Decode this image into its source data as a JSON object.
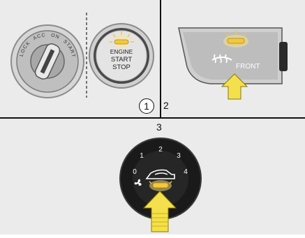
{
  "panels": {
    "one": {
      "number": "1"
    },
    "two": {
      "number": "2",
      "defrost_label": "FRONT"
    },
    "three": {
      "number": "3"
    }
  },
  "ignition_switch": {
    "labels": [
      "LOCK",
      "ACC",
      "ON",
      "START"
    ]
  },
  "start_button": {
    "line1": "ENGINE",
    "line2": "START",
    "line3": "STOP"
  },
  "fan_dial": {
    "positions": [
      "0",
      "1",
      "2",
      "3",
      "4"
    ]
  },
  "colors": {
    "indicator_glow": "#ffe680",
    "arrow_fill": "#f4e04d",
    "dial_face": "#1a1a1a",
    "panel_background": "#ebebeb"
  }
}
